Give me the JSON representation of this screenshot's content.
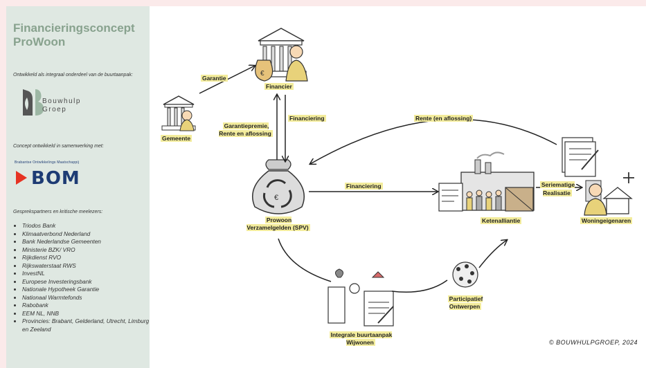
{
  "sidebar": {
    "title": "Financieringsconcept ProWoon",
    "integral_note": "Ontwikkeld als integraal onderdeel van de buurtaanpak:",
    "bouwhulp_logo": "Bouwhulp Groep",
    "cooperation_note": "Concept ontwikkeld in samenwerking met:",
    "bom_subtitle": "Brabantse Ontwikkelings Maatschappij",
    "bom_logo": "BOM",
    "partners_note": "Gesprekspartners en kritische meelezers:",
    "partners": [
      "Triodos Bank",
      "Klimaatverbond Nederland",
      "Bank Nederlandse Gemeenten",
      "Ministerie BZK/ VRO",
      "Rijkdienst RVO",
      "Rijkswaterstaat RWS",
      "InvestNL",
      "Europese Investeringsbank",
      "Nationale Hypotheek Garantie",
      "Nationaal Warmtefonds",
      "Rabobank",
      "EEM NL, NNB",
      "Provincies: Brabant, Gelderland, Utrecht, Limburg en Zeeland"
    ]
  },
  "diagram": {
    "nodes": {
      "financier": "Financier",
      "gemeente": "Gemeente",
      "prowoon": "Prowoon Verzamelgelden (SPV)",
      "ketenalliantie": "Ketenalliantie",
      "woningeigenaren": "Woningeigenaren",
      "integrale": "Integrale buurtaanpak Wijwonen",
      "participatief": "Participatief Ontwerpen"
    },
    "edges": {
      "garantie": "Garantie",
      "garantiepremie": "Garantiepremie, Rente en aflossing",
      "financiering_down": "Financiering",
      "financiering_right": "Financiering",
      "rente": "Rente (en aflossing)",
      "seriematige": "Seriematige Realisatie"
    },
    "copyright": "© BOUWHULPGROEP, 2024"
  },
  "colors": {
    "sidebar_bg": "#dfe8e2",
    "title_green": "#88a28e",
    "highlight": "#f3ec9c",
    "bom_blue": "#1d3b74",
    "bom_red": "#e63323"
  }
}
